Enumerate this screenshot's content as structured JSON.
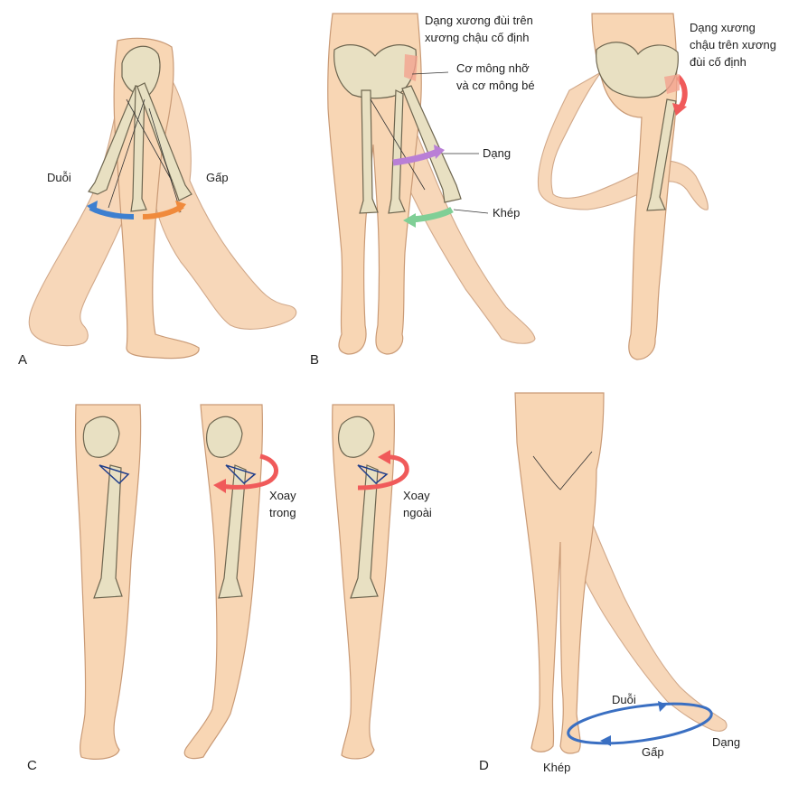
{
  "colors": {
    "skin": "#f8d6b4",
    "bone": "#e8e0c2",
    "extension_arrow": "#3d7fd0",
    "flexion_arrow": "#f08a3c",
    "abduction_arrow": "#b97fd6",
    "adduction_arrow": "#7fcf96",
    "rotation_arrow": "#f05a5a",
    "circumduction_ring": "#3a6fc2"
  },
  "panels": {
    "A": {
      "letter": "A",
      "extension": "Duỗi",
      "flexion": "Gấp"
    },
    "B": {
      "letter": "B",
      "femur_on_fixed_pelvis": [
        "Dạng xương đùi trên",
        "xương chậu cố định"
      ],
      "pelvis_on_fixed_femur": [
        "Dạng xương",
        "chậu trên xương",
        "đùi cố định"
      ],
      "gluteus": [
        "Cơ mông nhỡ",
        "và cơ mông bé"
      ],
      "abduction": "Dạng",
      "adduction": "Khép"
    },
    "C": {
      "letter": "C",
      "internal_rotation": [
        "Xoay",
        "trong"
      ],
      "external_rotation": [
        "Xoay",
        "ngoài"
      ]
    },
    "D": {
      "letter": "D",
      "extension": "Duỗi",
      "flexion": "Gấp",
      "abduction": "Dạng",
      "adduction": "Khép"
    }
  }
}
